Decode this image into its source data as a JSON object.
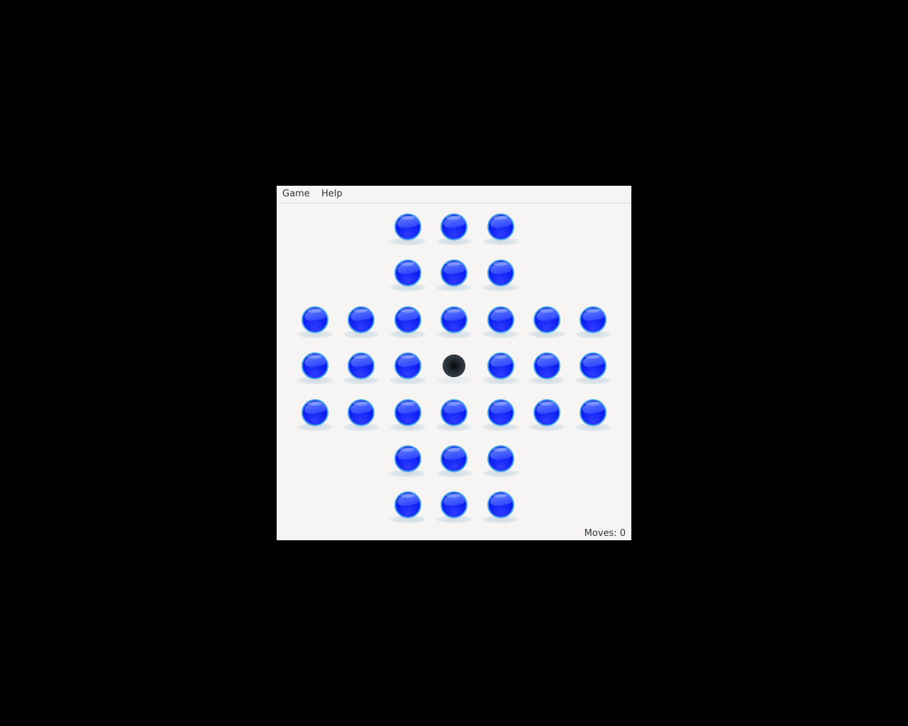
{
  "menubar": {
    "items": [
      {
        "label": "Game"
      },
      {
        "label": "Help"
      }
    ]
  },
  "board": {
    "rows": [
      [
        null,
        null,
        "peg",
        "peg",
        "peg",
        null,
        null
      ],
      [
        null,
        null,
        "peg",
        "peg",
        "peg",
        null,
        null
      ],
      [
        "peg",
        "peg",
        "peg",
        "peg",
        "peg",
        "peg",
        "peg"
      ],
      [
        "peg",
        "peg",
        "peg",
        "empty",
        "peg",
        "peg",
        "peg"
      ],
      [
        "peg",
        "peg",
        "peg",
        "peg",
        "peg",
        "peg",
        "peg"
      ],
      [
        null,
        null,
        "peg",
        "peg",
        "peg",
        null,
        null
      ],
      [
        null,
        null,
        "peg",
        "peg",
        "peg",
        null,
        null
      ]
    ]
  },
  "status": {
    "moves_text": "Moves: 0"
  },
  "colors": {
    "background": "#000000",
    "window": "#f6f5f4",
    "peg": "#0a1df2",
    "peg_rim": "#45a5ee",
    "hole": "#1c2229"
  }
}
